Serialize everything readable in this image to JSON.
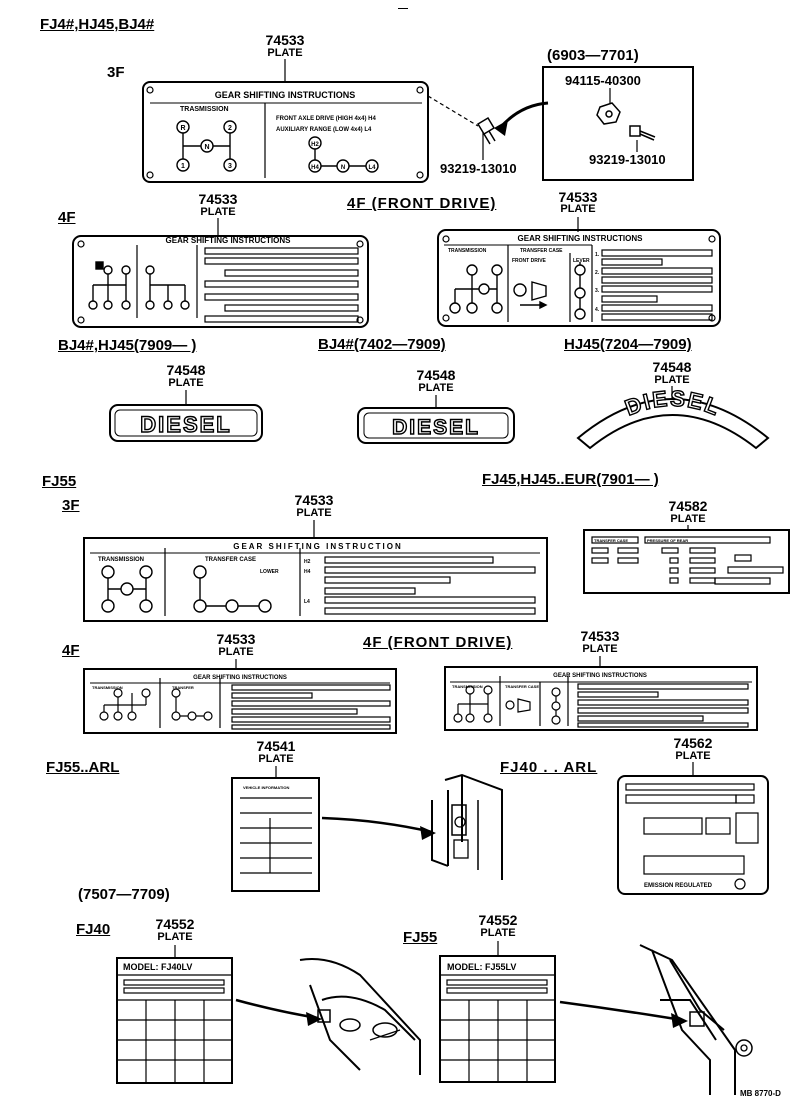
{
  "header": {
    "models": "FJ4#,HJ45,BJ4#",
    "top_mark": "—"
  },
  "sections": {
    "fj4_3f": {
      "variant": "3F",
      "part_no": "74533",
      "part_name": "PLATE",
      "plate_title": "GEAR SHIFTING INSTRUCTIONS",
      "transmission_label": "TRASMISSION",
      "front_axle_text": "FRONT AXLE DRIVE (HIGH 4x4) H4",
      "aux_range_text": "AUXILIARY RANGE (LOW 4x4) L4",
      "shift_r": "R",
      "shift_n": "N",
      "shift_1": "1",
      "shift_2": "2",
      "shift_3": "3",
      "tc_h2": "H2",
      "tc_h4": "H4",
      "tc_n": "N",
      "tc_l4": "L4"
    },
    "bolt_detail": {
      "range": "(6903—7701)",
      "nut_part": "94115-40300",
      "bolt_part_inner": "93219-13010",
      "bolt_part_outer": "93219-13010"
    },
    "fj4_4f": {
      "variant": "4F",
      "part_no": "74533",
      "part_name": "PLATE",
      "plate_title": "GEAR SHIFTING INSTRUCTIONS"
    },
    "fj4_4f_front": {
      "variant": "4F (FRONT DRIVE)",
      "part_no": "74533",
      "part_name": "PLATE",
      "plate_title": "GEAR SHIFTING INSTRUCTIONS",
      "transmission_label": "TRANSMISSION",
      "transfer_label": "TRANSFER CASE",
      "front_drive_label": "FRONT DRIVE",
      "lever_label": "LEVER",
      "row_labels": [
        "1.",
        "2.",
        "3.",
        "4."
      ]
    },
    "diesel_1": {
      "models": "BJ4#,HJ45(7909—     )",
      "part_no": "74548",
      "part_name": "PLATE",
      "text": "DIESEL"
    },
    "diesel_2": {
      "models": "BJ4#(7402—7909)",
      "part_no": "74548",
      "part_name": "PLATE",
      "text": "DIESEL"
    },
    "diesel_3": {
      "models": "HJ45(7204—7909)",
      "part_no": "74548",
      "part_name": "PLATE",
      "text": "DIESEL"
    },
    "fj55_3f": {
      "model": "FJ55",
      "variant": "3F",
      "part_no": "74533",
      "part_name": "PLATE",
      "plate_title": "GEAR SHIFTING INSTRUCTION",
      "transmission_label": "TRANSMISSION",
      "transfer_label": "TRANSFER CASE",
      "lower_label": "LOWER",
      "row_h2": "H2",
      "row_h4": "H4",
      "row_l4": "L4"
    },
    "eur": {
      "models": "FJ45,HJ45..EUR(7901—      )",
      "part_no": "74582",
      "part_name": "PLATE",
      "header_left": "TRANSFER CASE",
      "header_right": "PRESSURE OF REAR"
    },
    "fj55_4f": {
      "variant": "4F",
      "part_no": "74533",
      "part_name": "PLATE",
      "plate_title": "GEAR SHIFTING INSTRUCTIONS",
      "transmission_label": "TRANSMISSION",
      "transfer_label": "TRANSFER"
    },
    "fj55_4f_front": {
      "variant": "4F (FRONT DRIVE)",
      "part_no": "74533",
      "part_name": "PLATE",
      "plate_title": "GEAR SHIFTING INSTRUCTIONS",
      "transmission_label": "TRANSMISSION",
      "transfer_label": "TRANSFER CASE"
    },
    "fj55_arl": {
      "model": "FJ55..ARL",
      "part_no": "74541",
      "part_name": "PLATE",
      "plate_header": "VEHICLE INFORMATION"
    },
    "fj40_arl": {
      "model": "FJ40 . . ARL",
      "part_no": "74562",
      "part_name": "PLATE",
      "footer_text": "EMISSION REGULATED"
    },
    "range_7507": {
      "range": "(7507—7709)"
    },
    "fj40_model": {
      "model": "FJ40",
      "part_no": "74552",
      "part_name": "PLATE",
      "model_line": "MODEL: FJ40LV"
    },
    "fj55_model": {
      "model": "FJ55",
      "part_no": "74552",
      "part_name": "PLATE",
      "model_line": "MODEL: FJ55LV"
    }
  },
  "footer": {
    "code": "MB 8770-D"
  },
  "colors": {
    "ink": "#000000",
    "paper": "#ffffff"
  }
}
